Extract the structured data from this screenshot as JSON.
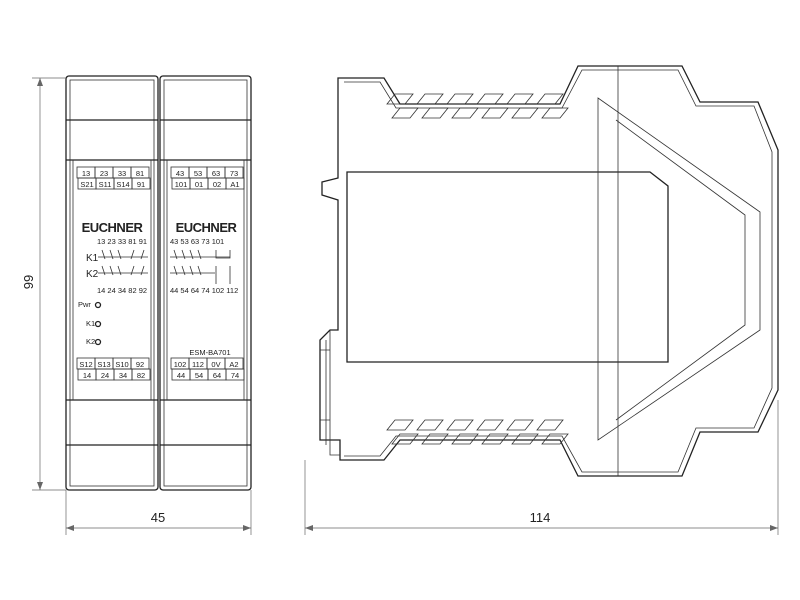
{
  "dimensions": {
    "height": "99",
    "width_front": "45",
    "depth_side": "114"
  },
  "modules": [
    {
      "brand": "EUCHNER",
      "top_terminals": [
        [
          "13",
          "23",
          "33",
          "81"
        ],
        [
          "S21",
          "S11",
          "S14",
          "91"
        ]
      ],
      "bottom_terminals": [
        [
          "S12",
          "S13",
          "S10",
          "92"
        ],
        [
          "14",
          "24",
          "34",
          "82"
        ]
      ],
      "contacts_top": "13 23 33 81 91",
      "contacts_bottom": "14 24 34 82 92",
      "relay_labels": [
        "K1",
        "K2"
      ],
      "leds": [
        "Pwr",
        "K1",
        "K2"
      ]
    },
    {
      "brand": "EUCHNER",
      "top_terminals": [
        [
          "43",
          "53",
          "63",
          "73"
        ],
        [
          "101",
          "01",
          "02",
          "A1"
        ]
      ],
      "bottom_terminals": [
        [
          "102",
          "112",
          "0V",
          "A2"
        ],
        [
          "44",
          "54",
          "64",
          "74"
        ]
      ],
      "contacts_top": "43 53 63 73  101",
      "contacts_bottom": "44 54 64 74 102   112",
      "model": "ESM-BA701"
    }
  ]
}
